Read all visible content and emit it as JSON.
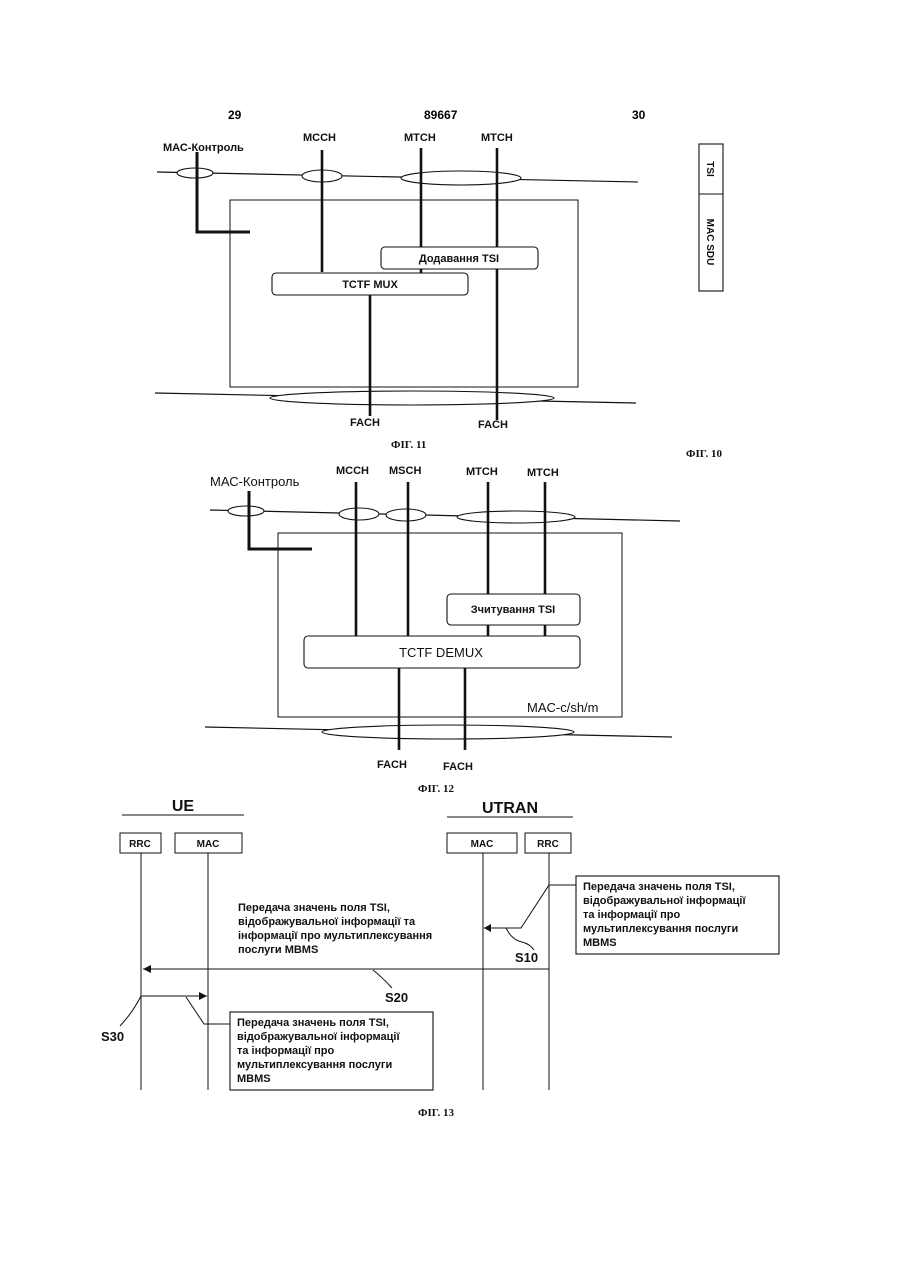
{
  "header": {
    "left_page": "29",
    "patent_number": "89667",
    "right_page": "30"
  },
  "fig11": {
    "caption": "ФІГ. 11",
    "mac_control": "МАС-Контроль",
    "mcch": "MCCH",
    "mtch_1": "MTCH",
    "mtch_2": "MTCH",
    "add_tsi": "Додавання TSI",
    "tctf_mux": "TCTF  MUX",
    "fach_1": "FACH",
    "fach_2": "FACH"
  },
  "fig10": {
    "caption": "ФІГ. 10",
    "tsi": "TSI",
    "mac_sdu": "MAC SDU"
  },
  "fig12": {
    "caption": "ФІГ. 12",
    "mac_control": "МАС-Контроль",
    "mcch": "MCCH",
    "msch": "MSCH",
    "mtch_1": "MTCH",
    "mtch_2": "MTCH",
    "read_tsi": "Зчитування TSI",
    "tctf_demux": "TCTF DEMUX",
    "mac_csh": "MAC-c/sh/m",
    "fach_1": "FACH",
    "fach_2": "FACH"
  },
  "fig13": {
    "caption": "ФІГ. 13",
    "ue": "UE",
    "utran": "UTRAN",
    "ue_rrc": "RRC",
    "ue_mac": "MAC",
    "utran_mac": "MAC",
    "utran_rrc": "RRC",
    "box_right": [
      "Передача значень поля TSI,",
      "відображувальної інформації",
      "та інформації про",
      "мультиплексування послуги",
      "MBMS"
    ],
    "msg_middle": [
      "Передача значень поля TSI,",
      "відображувальної інформації та",
      "інформації про мультиплексування",
      "послуги MBMS"
    ],
    "box_bottom": [
      "Передача значень поля TSI,",
      "відображувальної інформації",
      "та інформації про",
      "мультиплексування послуги",
      "MBMS"
    ],
    "s10": "S10",
    "s20": "S20",
    "s30": "S30"
  }
}
